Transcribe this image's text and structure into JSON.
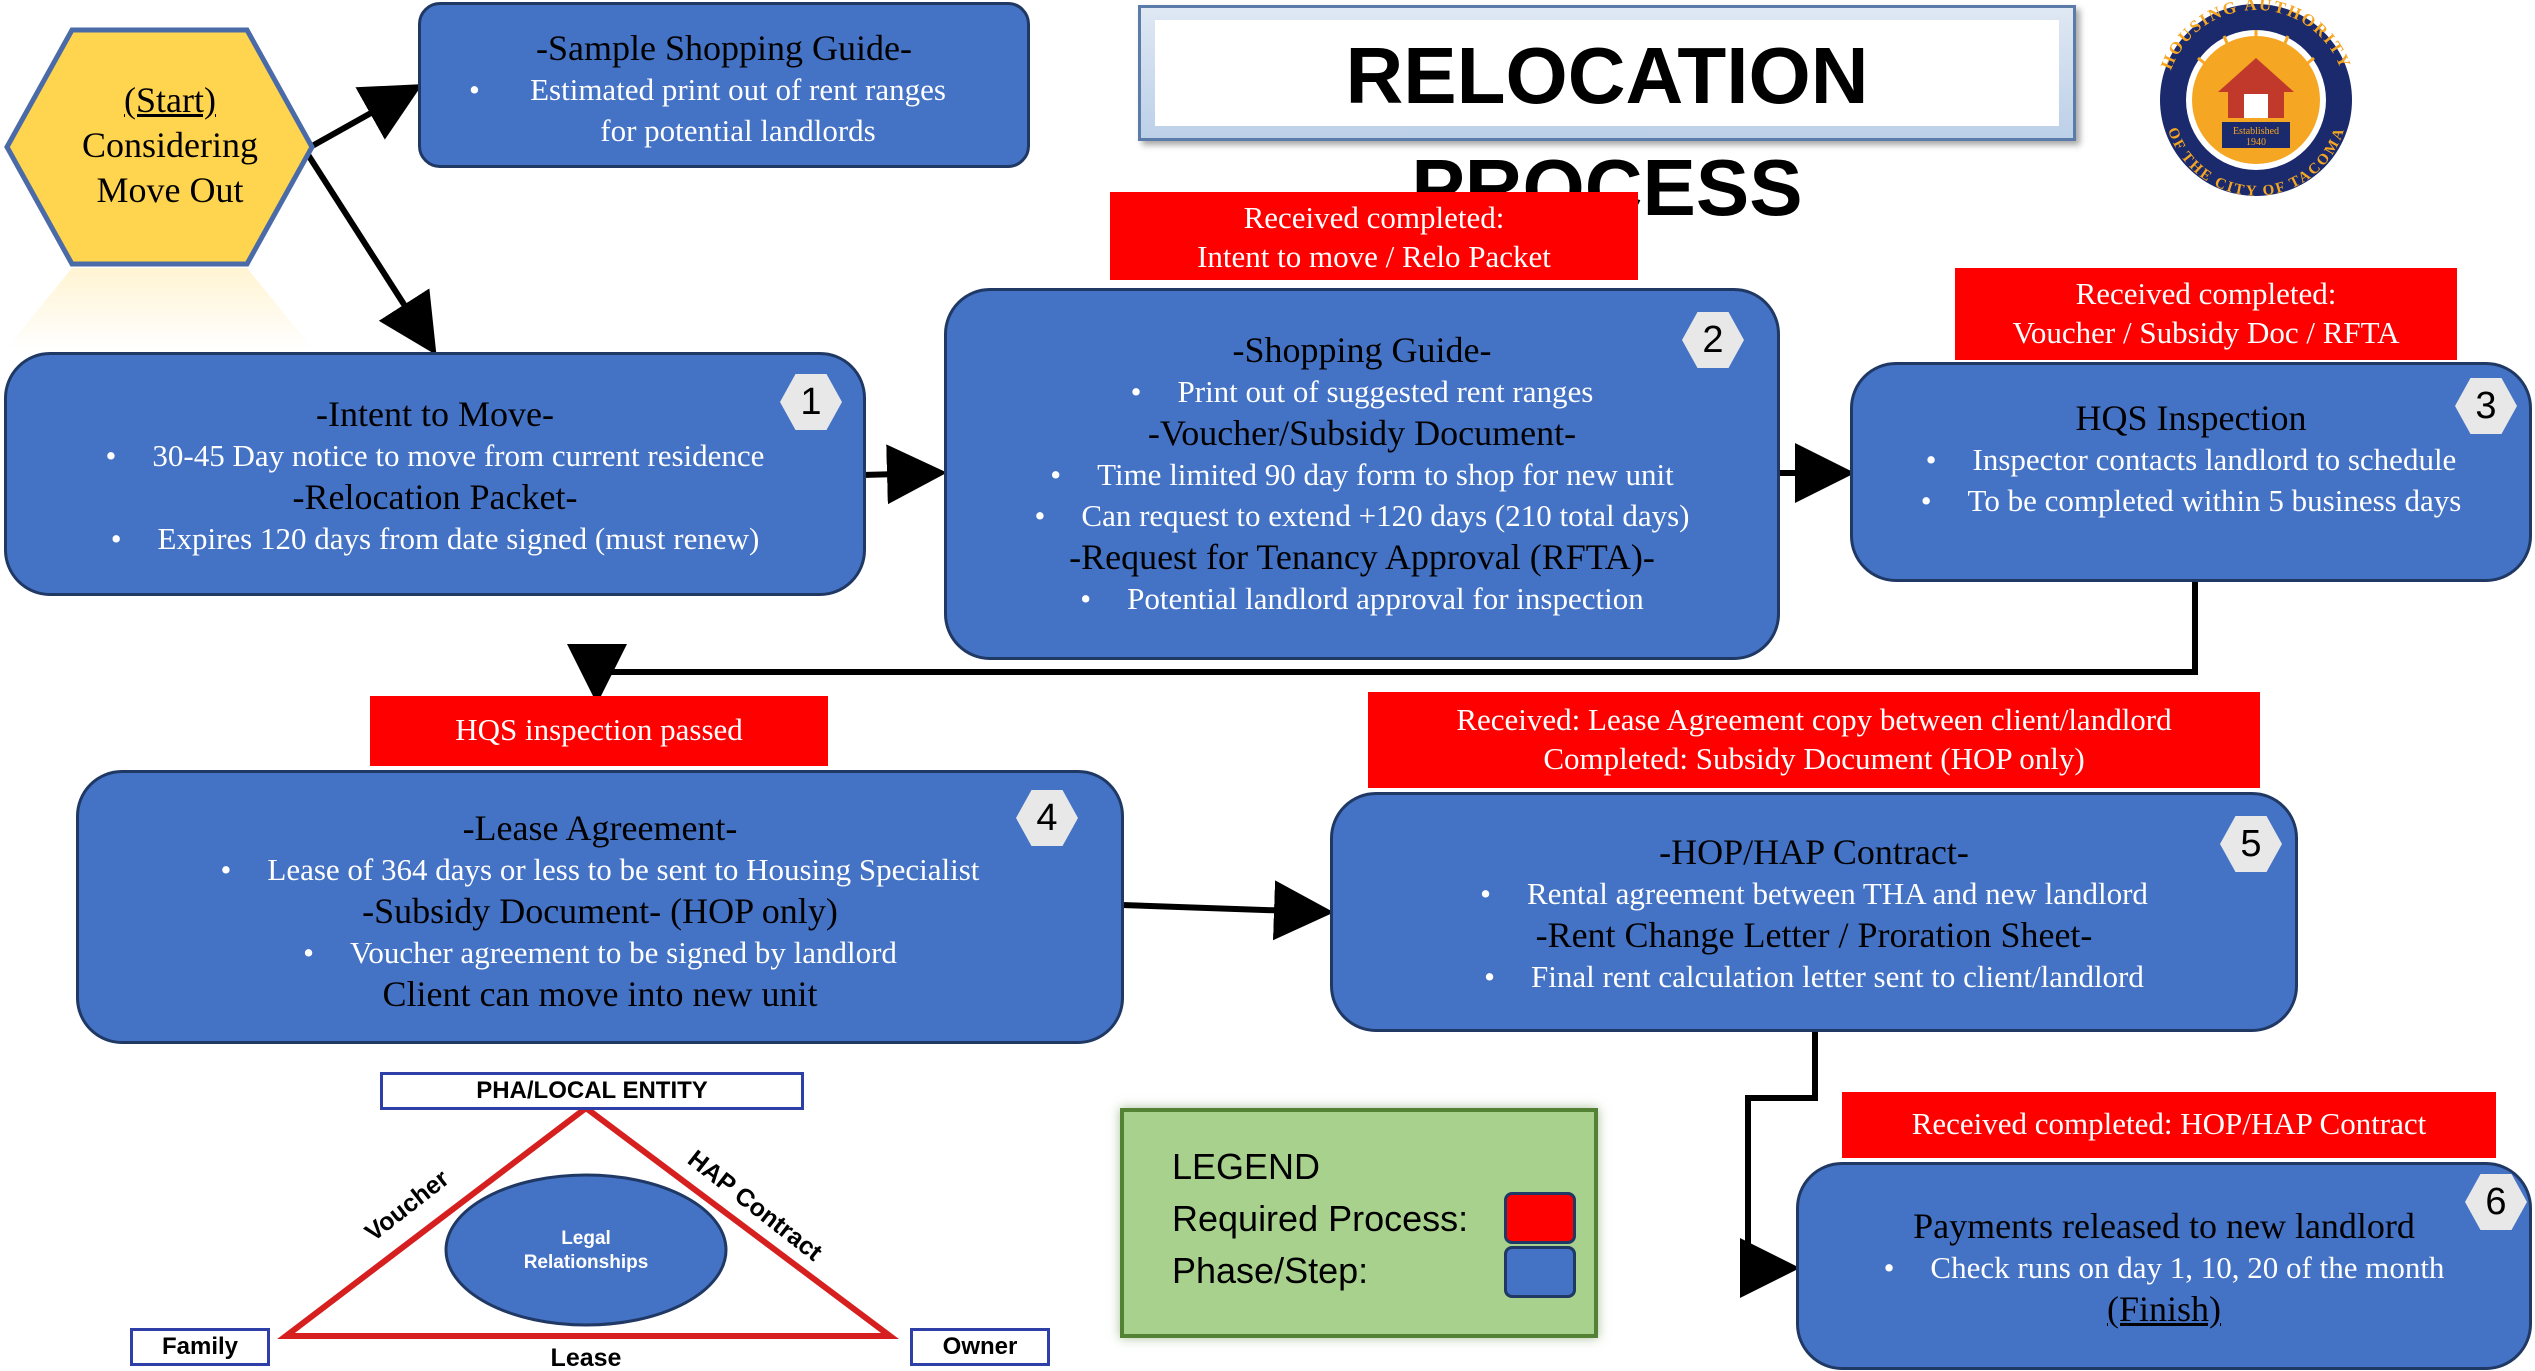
{
  "title": "RELOCATION PROCESS",
  "logo": {
    "ring_text_top": "HOUSING AUTHORITY",
    "ring_text_bottom": "OF THE CITY OF TACOMA",
    "established": "Established",
    "year": "1940",
    "colors": {
      "ring": "#1a2a6c",
      "sun": "#f5a623",
      "house": "#c0392b"
    }
  },
  "start": {
    "line1": "(Start)",
    "line2": "Considering",
    "line3": "Move Out",
    "color": "#ffd54f"
  },
  "sample_guide": {
    "heading": "-Sample Shopping Guide-",
    "bullet": "Estimated print out of rent ranges",
    "bullet_cont": "for potential landlords"
  },
  "steps": [
    {
      "num": "1",
      "lines": [
        {
          "type": "heading",
          "text": "-Intent to Move-"
        },
        {
          "type": "bullet",
          "text": "30-45 Day notice to move from current residence"
        },
        {
          "type": "heading",
          "text": "-Relocation Packet-"
        },
        {
          "type": "bullet",
          "text": "Expires 120 days from date signed (must renew)"
        }
      ]
    },
    {
      "num": "2",
      "required": "Received completed:\nIntent to move / Relo Packet",
      "lines": [
        {
          "type": "heading",
          "text": "-Shopping Guide-"
        },
        {
          "type": "bullet",
          "text": "Print out of suggested rent ranges"
        },
        {
          "type": "heading",
          "text": "-Voucher/Subsidy Document-"
        },
        {
          "type": "bullet",
          "text": "Time limited 90 day form to shop for new unit"
        },
        {
          "type": "bullet",
          "text": "Can request to extend +120 days (210 total days)"
        },
        {
          "type": "heading",
          "text": "-Request for Tenancy Approval (RFTA)-"
        },
        {
          "type": "bullet",
          "text": "Potential landlord approval for inspection"
        }
      ]
    },
    {
      "num": "3",
      "required": "Received completed:\nVoucher / Subsidy Doc / RFTA",
      "lines": [
        {
          "type": "heading",
          "text": "HQS Inspection"
        },
        {
          "type": "bullet",
          "text": "Inspector contacts landlord to schedule"
        },
        {
          "type": "bullet",
          "text": "To be completed within 5 business days"
        }
      ]
    },
    {
      "num": "4",
      "required": "HQS inspection passed",
      "lines": [
        {
          "type": "heading",
          "text": "-Lease Agreement-"
        },
        {
          "type": "bullet",
          "text": "Lease of 364 days or less to be sent to Housing Specialist"
        },
        {
          "type": "heading",
          "text": "-Subsidy Document- (HOP only)"
        },
        {
          "type": "bullet",
          "text": "Voucher agreement to be signed by landlord"
        },
        {
          "type": "heading",
          "text": "Client can move into new unit"
        }
      ]
    },
    {
      "num": "5",
      "required": "Received: Lease Agreement copy between client/landlord\nCompleted: Subsidy Document (HOP only)",
      "lines": [
        {
          "type": "heading",
          "text": "-HOP/HAP Contract-"
        },
        {
          "type": "bullet",
          "text": "Rental agreement between THA and new landlord"
        },
        {
          "type": "heading",
          "text": "-Rent Change Letter / Proration Sheet-"
        },
        {
          "type": "bullet",
          "text": "Final rent calculation letter sent to client/landlord"
        }
      ]
    },
    {
      "num": "6",
      "required": "Received completed: HOP/HAP Contract",
      "lines": [
        {
          "type": "heading",
          "text": "Payments released to new landlord"
        },
        {
          "type": "bullet",
          "text": "Check runs on day 1, 10, 20 of the month"
        },
        {
          "type": "finish",
          "text": "(Finish)"
        }
      ]
    }
  ],
  "legend": {
    "title": "LEGEND",
    "required_label": "Required Process:",
    "phase_label": "Phase/Step:",
    "required_color": "#ff0000",
    "phase_color": "#4472c4"
  },
  "triangle": {
    "top": "PHA/LOCAL ENTITY",
    "left": "Family",
    "right": "Owner",
    "left_side": "Voucher",
    "right_side": "HAP Contract",
    "bottom_side": "Lease",
    "center_line1": "Legal",
    "center_line2": "Relationships"
  },
  "bullet_glyph": "•"
}
